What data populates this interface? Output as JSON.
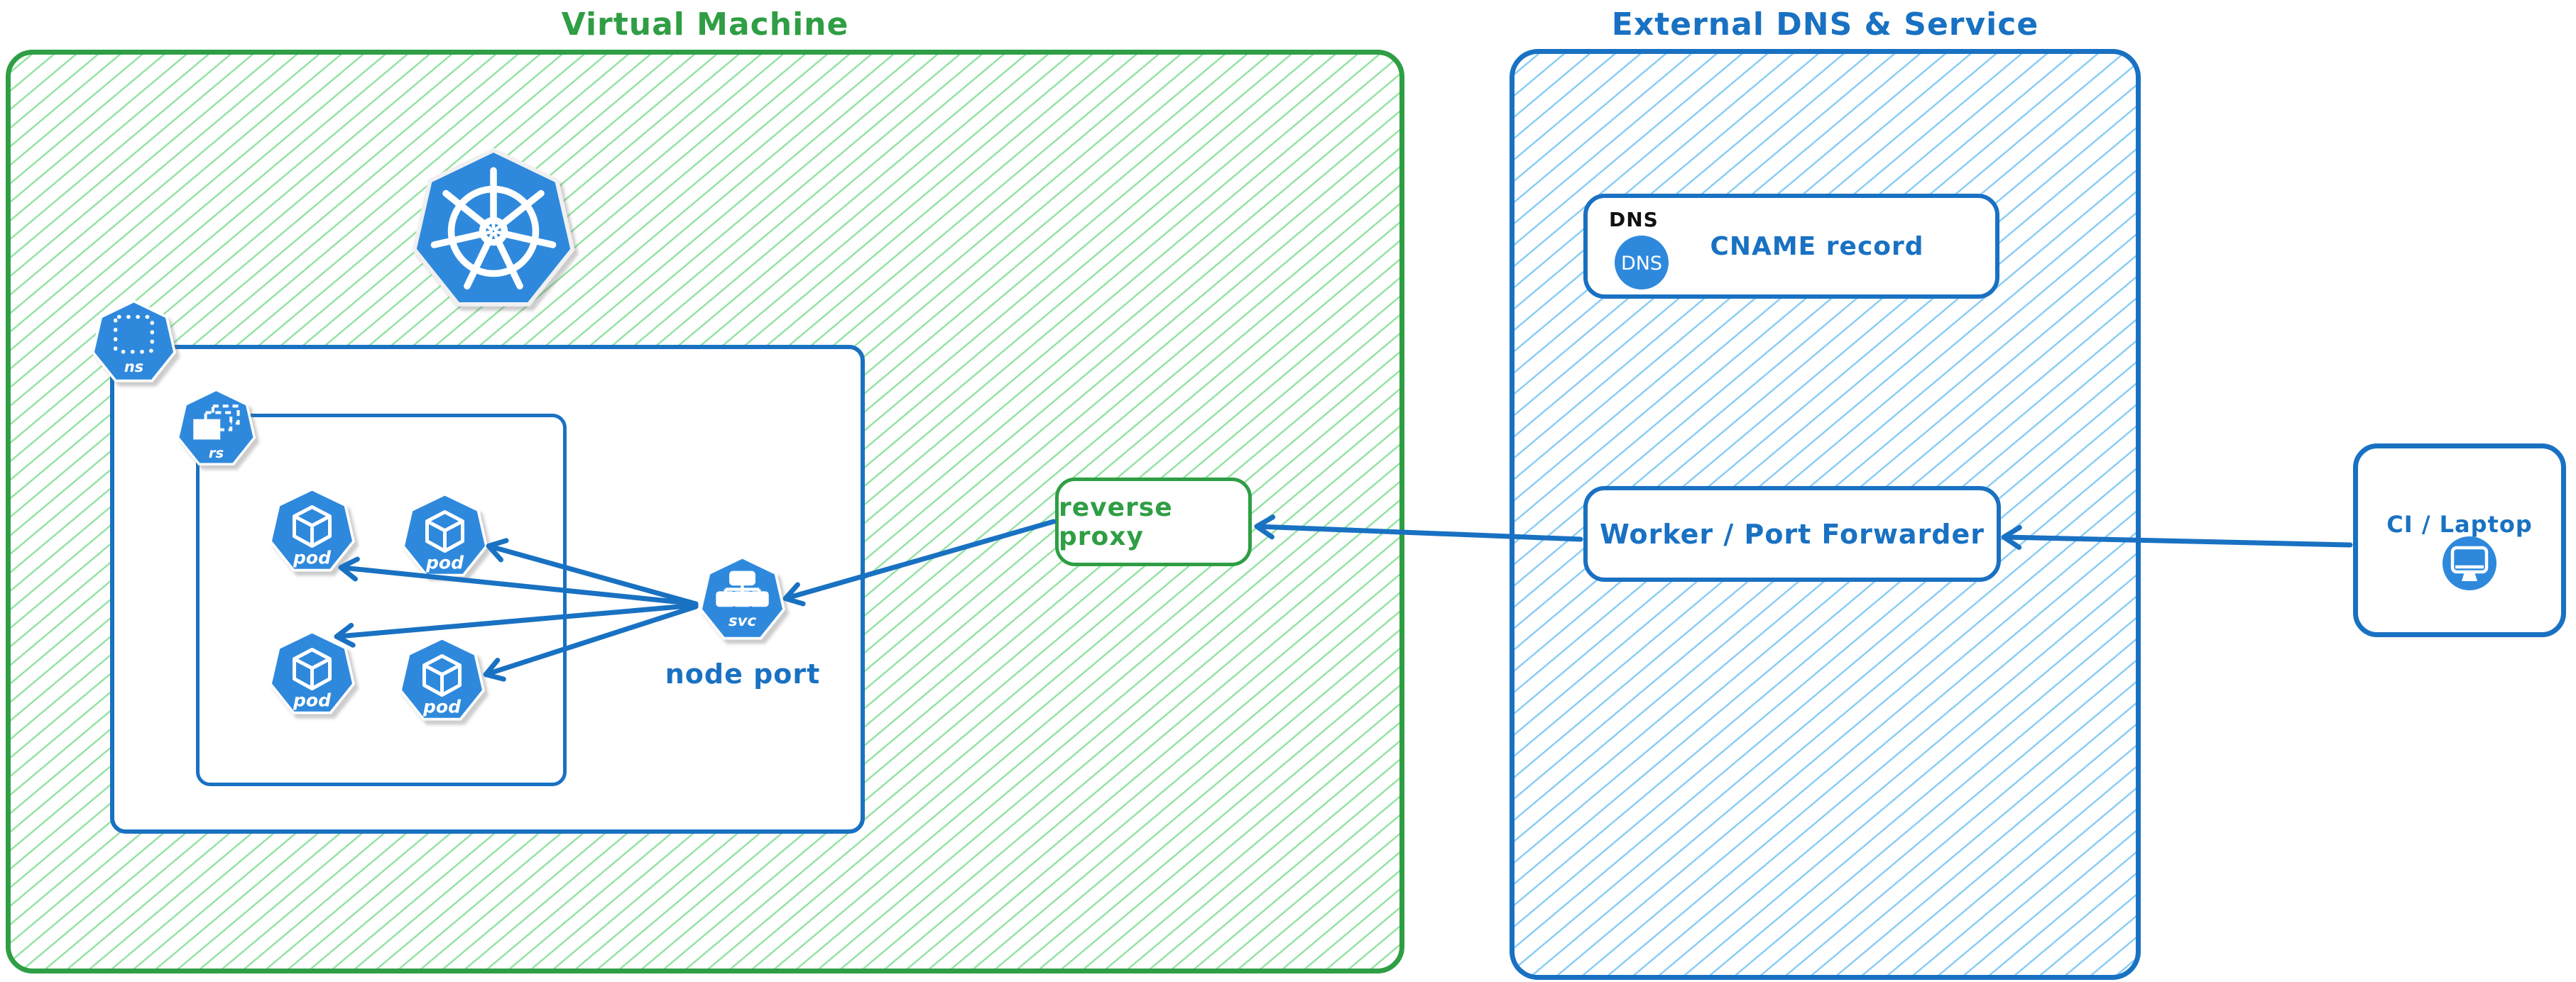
{
  "groups": {
    "virtual_machine": {
      "title": "Virtual Machine"
    },
    "external_dns": {
      "title": "External DNS & Service"
    }
  },
  "kubernetes": {
    "namespace": {
      "badge": "ns"
    },
    "replicaset": {
      "badge": "rs"
    },
    "pods": [
      {
        "badge": "pod"
      },
      {
        "badge": "pod"
      },
      {
        "badge": "pod"
      },
      {
        "badge": "pod"
      }
    ],
    "service": {
      "badge": "svc",
      "caption": "node port"
    }
  },
  "nodes": {
    "reverse_proxy": {
      "label": "reverse proxy"
    },
    "dns": {
      "header": "DNS",
      "badge": "DNS",
      "label": "CNAME record"
    },
    "worker": {
      "label": "Worker / Port Forwarder"
    },
    "ci_laptop": {
      "label": "CI / Laptop"
    }
  },
  "palette": {
    "green": "#2f9e44",
    "green_hatch": "#96e3a4",
    "blue": "#1971c2",
    "blue_hatch": "#8ccdf5",
    "icon_blue": "#2e89dd",
    "text_black": "#111111",
    "white": "#ffffff"
  }
}
